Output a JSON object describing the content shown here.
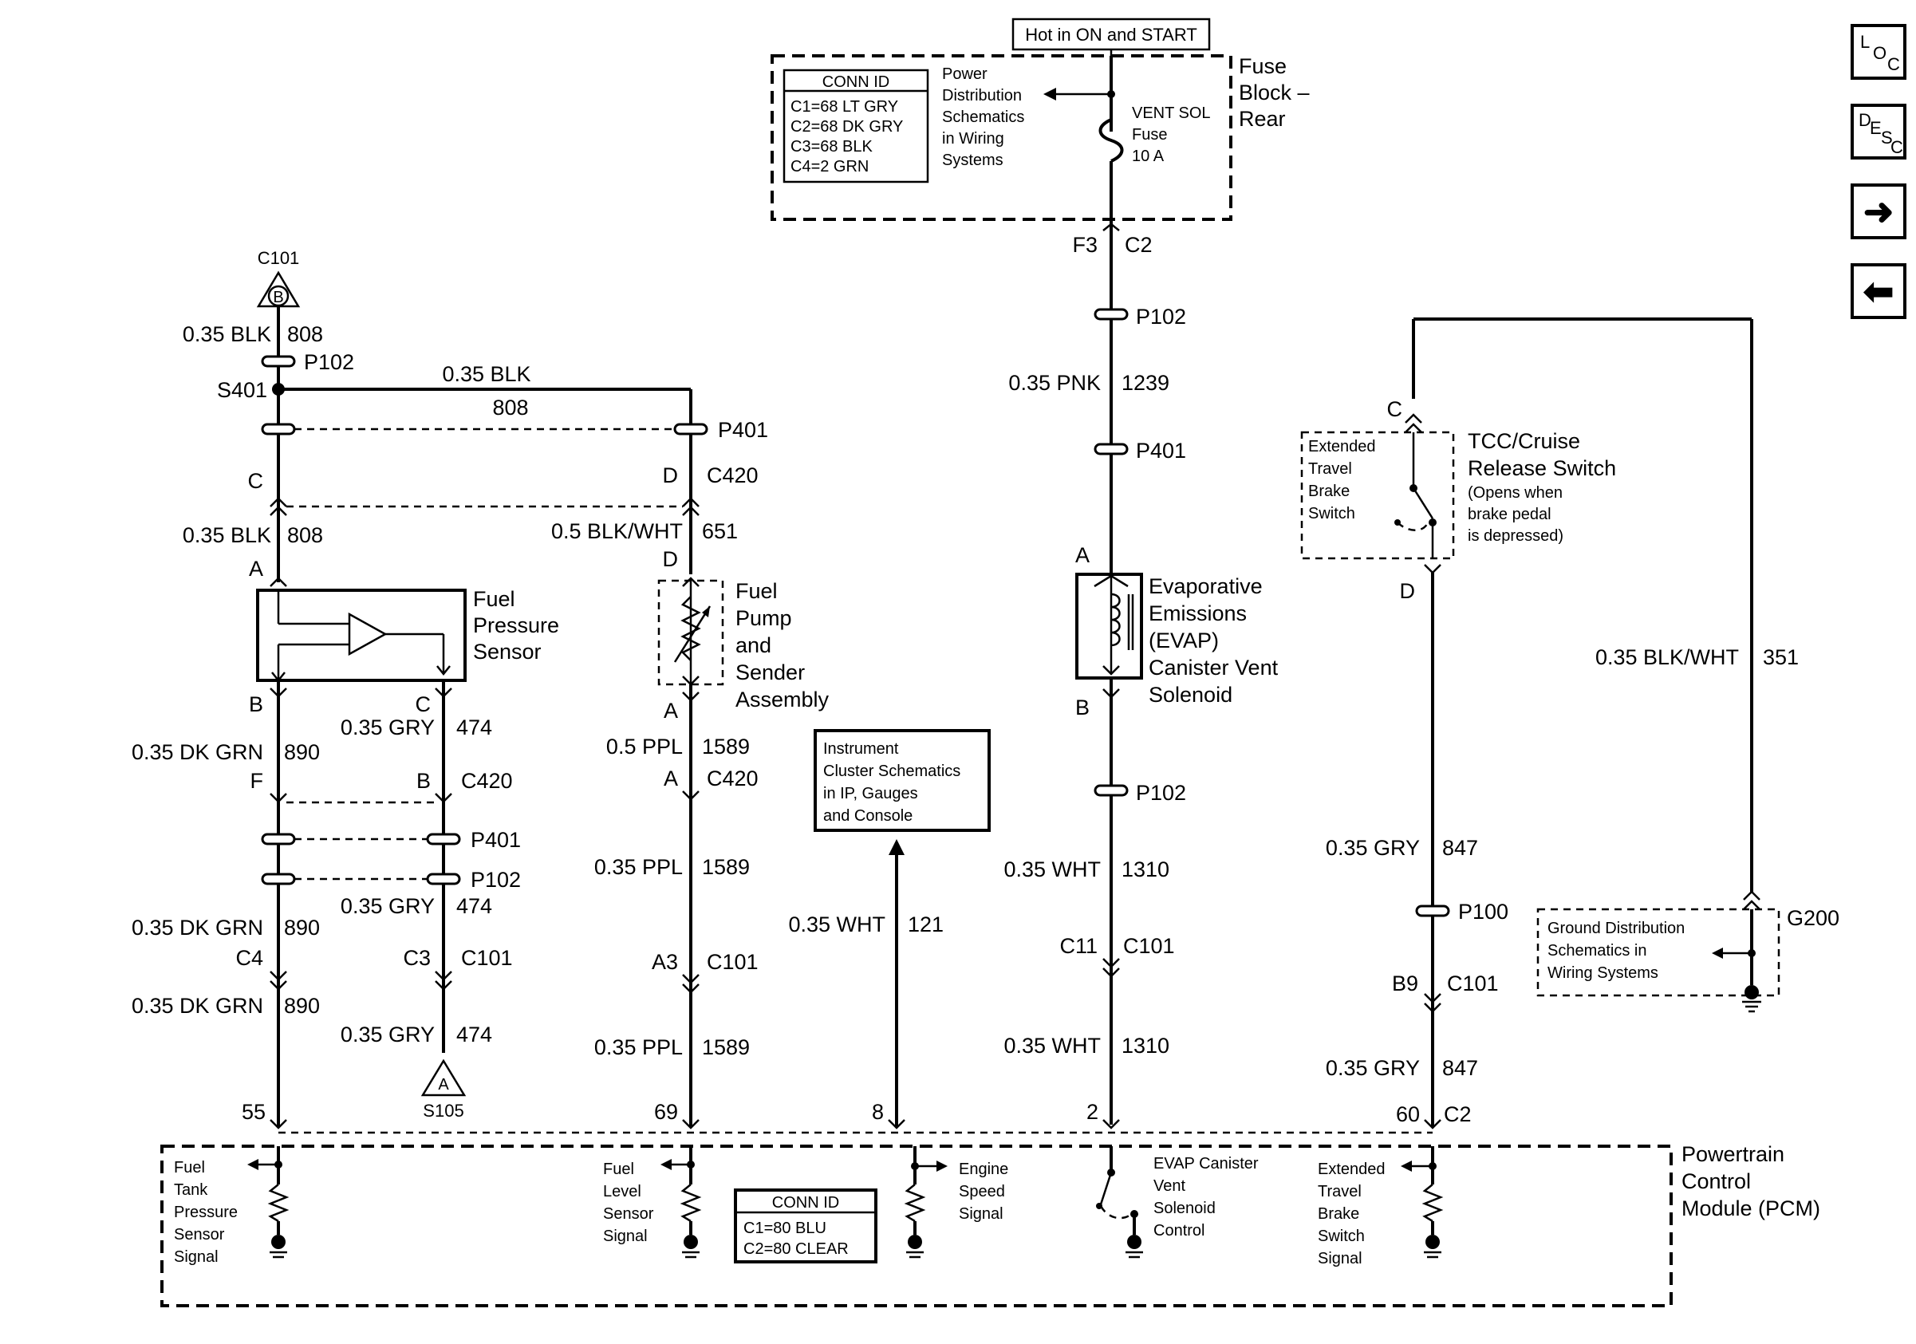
{
  "nav": {
    "loc": [
      "L",
      "O",
      "C"
    ],
    "desc": [
      "D",
      "E",
      "S",
      "C"
    ],
    "next_arrow": "➜",
    "prev_arrow": "⬅"
  },
  "header": {
    "hot_label": "Hot in ON and START"
  },
  "fuse_block": {
    "title_lines": [
      "Fuse",
      "Block –",
      "Rear"
    ],
    "conn_id_title": "CONN ID",
    "conn_id_lines": [
      "C1=68 LT GRY",
      "C2=68 DK GRY",
      "C3=68 BLK",
      "C4=2 GRN"
    ],
    "power_dist_lines": [
      "Power",
      "Distribution",
      "Schematics",
      "in Wiring",
      "Systems"
    ],
    "fuse_lines": [
      "VENT SOL",
      "Fuse",
      "10 A"
    ]
  },
  "evap_branch": {
    "conn_f3": "F3",
    "conn_c2": "C2",
    "p102_top": "P102",
    "wire1_color": "0.35 PNK",
    "wire1_num": "1239",
    "p401": "P401",
    "pin_a": "A",
    "pin_b": "B",
    "component_lines": [
      "Evaporative",
      "Emissions",
      "(EVAP)",
      "Canister Vent",
      "Solenoid"
    ],
    "p102_bottom": "P102",
    "wire2_color": "0.35 WHT",
    "wire2_num": "1310",
    "c11": "C11",
    "c101": "C101",
    "wire3_color": "0.35 WHT",
    "wire3_num": "1310",
    "pcm_pin": "2"
  },
  "left_branch": {
    "c101_label": "C101",
    "c101_tri": "B",
    "wire_top_color": "0.35 BLK",
    "wire_top_num": "808",
    "p102": "P102",
    "s401": "S401",
    "splice_color": "0.35 BLK",
    "splice_num": "808",
    "pin_c": "C",
    "pin_a": "A",
    "wire_mid_color": "0.35 BLK",
    "wire_mid_num": "808",
    "sensor_lines": [
      "Fuel",
      "Pressure",
      "Sensor"
    ],
    "pin_b": "B",
    "pin_c2": "C",
    "dkgrn1_color": "0.35 DK GRN",
    "dkgrn1_num": "890",
    "gry1_color": "0.35 GRY",
    "gry1_num": "474",
    "pin_f": "F",
    "pin_b2": "B",
    "c420": "C420",
    "p401": "P401",
    "p102b": "P102",
    "dkgrn2_color": "0.35 DK GRN",
    "dkgrn2_num": "890",
    "gry2_color": "0.35 GRY",
    "gry2_num": "474",
    "c4": "C4",
    "c3": "C3",
    "c101": "C101",
    "dkgrn3_color": "0.35 DK GRN",
    "dkgrn3_num": "890",
    "gry3_color": "0.35 GRY",
    "gry3_num": "474",
    "s105_tri": "A",
    "s105_label": "S105",
    "pcm_pin": "55"
  },
  "pump_branch": {
    "p401": "P401",
    "pin_d": "D",
    "c420": "C420",
    "wire1_color": "0.5 BLK/WHT",
    "wire1_num": "651",
    "pin_d2": "D",
    "component_lines": [
      "Fuel",
      "Pump",
      "and",
      "Sender",
      "Assembly"
    ],
    "pin_a": "A",
    "wire2_color": "0.5 PPL",
    "wire2_num": "1589",
    "pin_a2": "A",
    "c420b": "C420",
    "wire3_color": "0.35 PPL",
    "wire3_num": "1589",
    "a3": "A3",
    "c101": "C101",
    "wire4_color": "0.35 PPL",
    "wire4_num": "1589",
    "pcm_pin": "69"
  },
  "cluster_branch": {
    "box_lines": [
      "Instrument",
      "Cluster Schematics",
      "in IP, Gauges",
      "and Console"
    ],
    "wire_color": "0.35 WHT",
    "wire_num": "121",
    "pcm_pin": "8"
  },
  "brake_branch": {
    "pin_c": "C",
    "pin_d": "D",
    "switch_lines": [
      "Extended",
      "Travel",
      "Brake",
      "Switch"
    ],
    "title_lines": [
      "TCC/Cruise",
      "Release Switch"
    ],
    "note_lines": [
      "(Opens when",
      "brake pedal",
      "is depressed)"
    ],
    "wire_right_color": "0.35 BLK/WHT",
    "wire_right_num": "351",
    "wire1_color": "0.35 GRY",
    "wire1_num": "847",
    "p100": "P100",
    "ground_lines": [
      "Ground Distribution",
      "Schematics in",
      "Wiring Systems"
    ],
    "g200": "G200",
    "b9": "B9",
    "c101": "C101",
    "wire2_color": "0.35 GRY",
    "wire2_num": "847",
    "pcm_pin": "60",
    "pcm_conn": "C2"
  },
  "pcm": {
    "title_lines": [
      "Powertrain",
      "Control",
      "Module (PCM)"
    ],
    "conn_id_title": "CONN ID",
    "conn_id_lines": [
      "C1=80 BLU",
      "C2=80 CLEAR"
    ],
    "signal1": [
      "Fuel",
      "Tank",
      "Pressure",
      "Sensor",
      "Signal"
    ],
    "signal2": [
      "Fuel",
      "Level",
      "Sensor",
      "Signal"
    ],
    "signal3": [
      "Engine",
      "Speed",
      "Signal"
    ],
    "signal4": [
      "EVAP Canister",
      "Vent",
      "Solenoid",
      "Control"
    ],
    "signal5": [
      "Extended",
      "Travel",
      "Brake",
      "Switch",
      "Signal"
    ]
  }
}
